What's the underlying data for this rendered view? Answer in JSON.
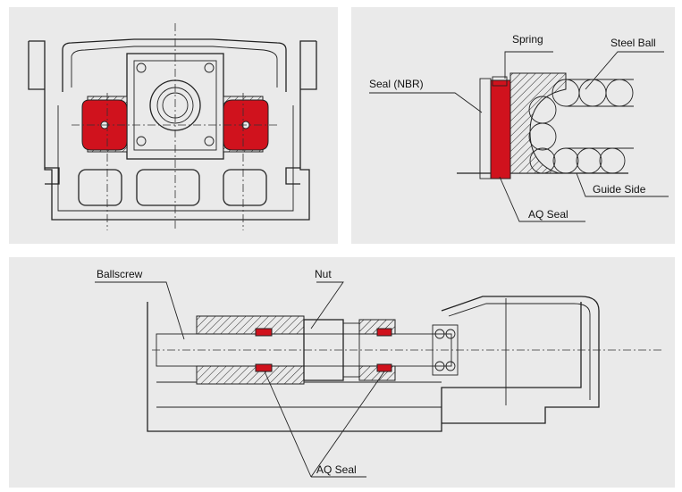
{
  "colors": {
    "seal": "#d0121d",
    "panel": "#eaeaea",
    "line": "#222222"
  },
  "seal_detail": {
    "spring_label": "Spring",
    "steel_ball_label": "Steel Ball",
    "seal_nbr_label": "Seal (NBR)",
    "guide_side_label": "Guide Side",
    "aq_seal_label": "AQ Seal"
  },
  "section_view": {
    "ballscrew_label": "Ballscrew",
    "nut_label": "Nut",
    "aq_seal_label": "AQ Seal"
  }
}
